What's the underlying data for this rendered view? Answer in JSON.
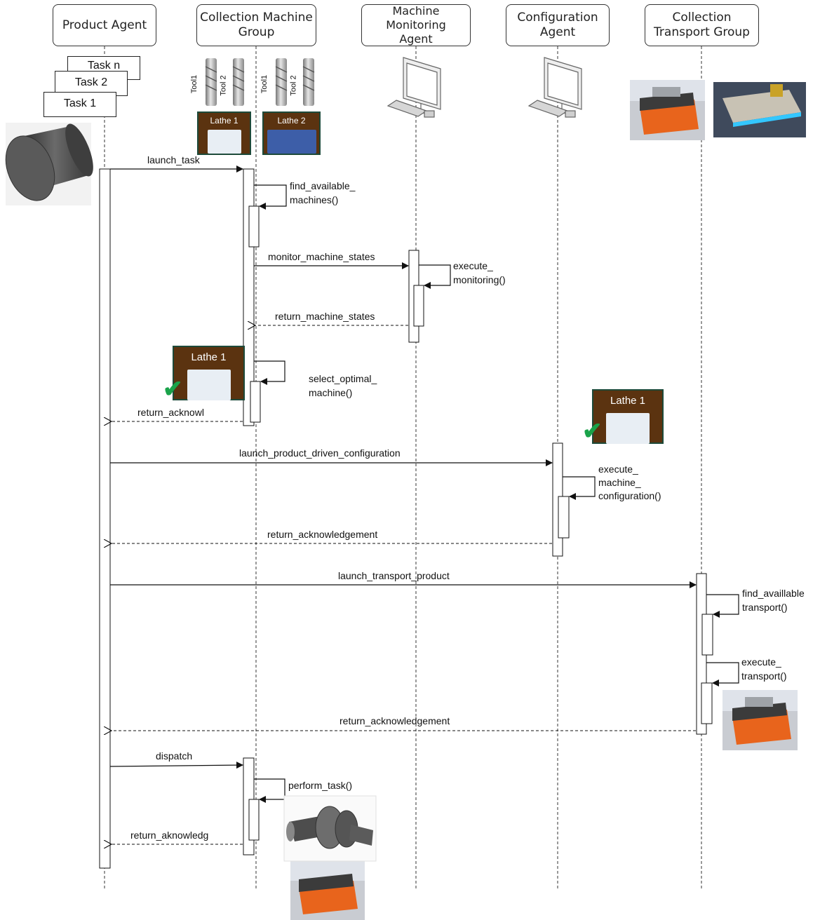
{
  "participants": [
    {
      "id": "product",
      "label": "Product Agent"
    },
    {
      "id": "cmg",
      "label": "Collection Machine\nGroup"
    },
    {
      "id": "mma",
      "label": "Machine\nMonitoring\nAgent"
    },
    {
      "id": "config",
      "label": "Configuration\nAgent"
    },
    {
      "id": "ctg",
      "label": "Collection\nTransport Group"
    }
  ],
  "tasks": [
    "Task n",
    "Task 2",
    "Task 1"
  ],
  "tools": [
    "Tool1",
    "Tool 2",
    "Tool1",
    "Tool 2"
  ],
  "lathes": {
    "lathe1": "Lathe 1",
    "lathe2": "Lathe 2",
    "selected": "Lathe 1",
    "configured": "Lathe 1"
  },
  "messages": {
    "launch_task": "launch_task",
    "find_available_machines": "find_available_\nmachines()",
    "monitor_machine_states": "monitor_machine_states",
    "execute_monitoring": "execute_\nmonitoring()",
    "return_machine_states": "return_machine_states",
    "select_optimal_machine": "select_optimal_\nmachine()",
    "return_acknowl": "return_acknowl",
    "launch_product_driven_configuration": "launch_product_driven_configuration",
    "execute_machine_configuration": "execute_\nmachine_\nconfiguration()",
    "return_acknowledgement_config": "return_acknowledgement",
    "launch_transport_product": "launch_transport_product",
    "find_available_transport": "find_availlable\ntransport()",
    "execute_transport": "execute_\ntransport()",
    "return_acknowledgement_transport": "return_acknowledgement",
    "dispatch": "dispatch",
    "perform_task": "perform_task()",
    "return_aknowledg": "return_aknowledg"
  },
  "icons": [
    "steel-cylinder-icon",
    "tool-icon",
    "lathe-icon",
    "computer-icon",
    "agv-robot-icon",
    "check-icon",
    "machined-part-icon"
  ],
  "colors": {
    "line": "#111111",
    "lathe_bg": "#5b3310",
    "check": "#1aa34a",
    "agv_orange": "#e8641c"
  }
}
